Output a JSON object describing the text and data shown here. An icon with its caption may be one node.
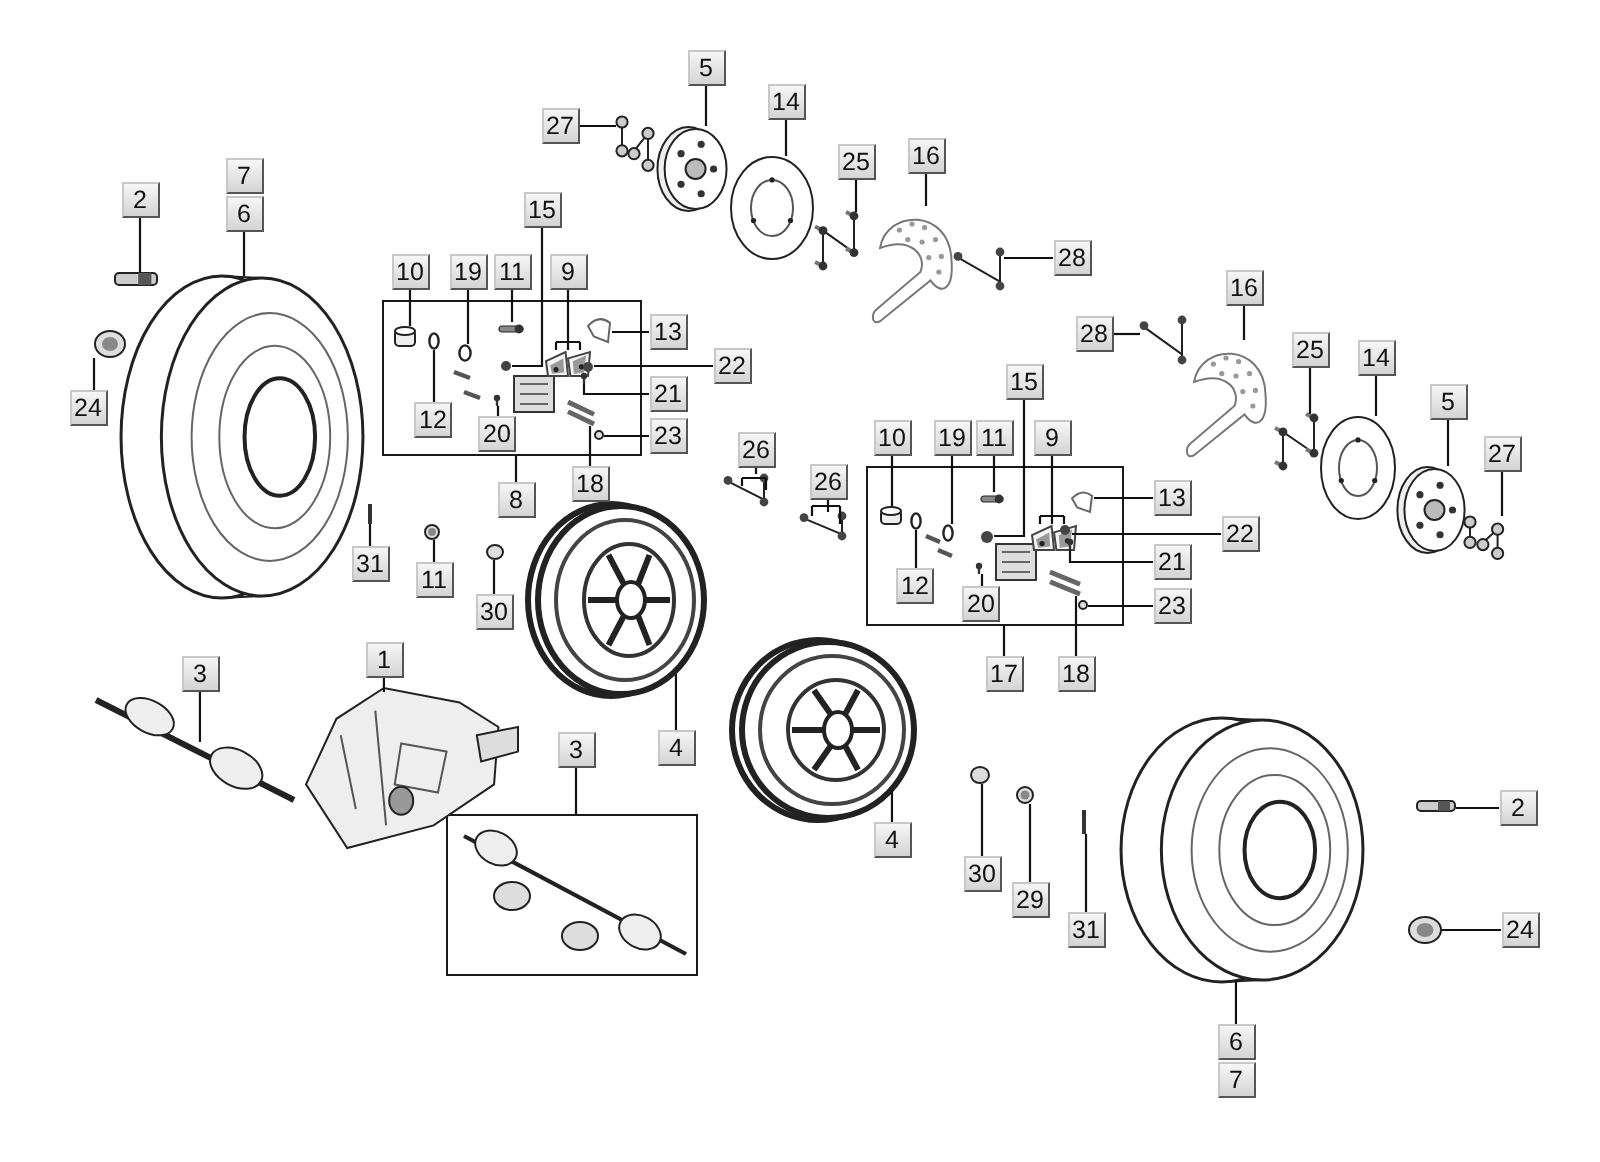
{
  "diagram": {
    "nodes": [
      {
        "text": [
          "5"
        ]
      },
      {
        "text": [
          "27"
        ]
      },
      {
        "text": [
          "14"
        ]
      },
      {
        "text": [
          "25"
        ]
      },
      {
        "text": [
          "16"
        ]
      },
      {
        "text": [
          "28"
        ]
      },
      {
        "text": [
          "7"
        ]
      },
      {
        "text": [
          "6"
        ]
      },
      {
        "text": [
          "2"
        ]
      },
      {
        "text": [
          "15"
        ]
      },
      {
        "text": [],
        "shape": "box"
      },
      {
        "text": [
          "10"
        ]
      },
      {
        "text": [
          "19"
        ]
      },
      {
        "text": [
          "11"
        ]
      },
      {
        "text": [
          "9"
        ]
      },
      {
        "text": [
          "13"
        ]
      },
      {
        "text": [
          "22"
        ]
      },
      {
        "text": [
          "21"
        ]
      },
      {
        "text": [
          "12"
        ],
        "in": 10
      },
      {
        "text": [
          "20"
        ],
        "in": 10
      },
      {
        "text": [
          "23"
        ]
      },
      {
        "text": [
          "24"
        ]
      },
      {
        "text": [
          "8"
        ]
      },
      {
        "text": [
          "18"
        ]
      },
      {
        "text": [
          "26"
        ]
      },
      {
        "text": [
          "26"
        ]
      },
      {
        "text": [
          "31"
        ]
      },
      {
        "text": [
          "11"
        ]
      },
      {
        "text": [
          "30"
        ]
      },
      {
        "text": [
          "28"
        ]
      },
      {
        "text": [
          "16"
        ]
      },
      {
        "text": [
          "25"
        ]
      },
      {
        "text": [
          "14"
        ]
      },
      {
        "text": [
          "5"
        ]
      },
      {
        "text": [
          "27"
        ]
      },
      {
        "text": [
          "15"
        ]
      },
      {
        "text": [],
        "shape": "box"
      },
      {
        "text": [
          "10"
        ]
      },
      {
        "text": [
          "19"
        ]
      },
      {
        "text": [
          "11"
        ]
      },
      {
        "text": [
          "9"
        ]
      },
      {
        "text": [
          "13"
        ]
      },
      {
        "text": [
          "22"
        ]
      },
      {
        "text": [
          "21"
        ]
      },
      {
        "text": [
          "12"
        ],
        "in": 36
      },
      {
        "text": [
          "20"
        ],
        "in": 36
      },
      {
        "text": [
          "23"
        ]
      },
      {
        "text": [
          "17"
        ]
      },
      {
        "text": [
          "18"
        ]
      },
      {
        "text": [
          "3"
        ]
      },
      {
        "text": [
          "1"
        ]
      },
      {
        "text": [
          "3"
        ]
      },
      {
        "text": [],
        "shape": "box"
      },
      {
        "text": [
          "4"
        ]
      },
      {
        "text": [
          "4"
        ]
      },
      {
        "text": [
          "30"
        ]
      },
      {
        "text": [
          "29"
        ]
      },
      {
        "text": [
          "31"
        ]
      },
      {
        "text": [
          "2"
        ]
      },
      {
        "text": [
          "24"
        ]
      },
      {
        "text": [
          "6"
        ]
      },
      {
        "text": [
          "7"
        ]
      },
      {
        "text": [],
        "shape": "picture"
      },
      {
        "text": [],
        "shape": "picture"
      },
      {
        "text": [],
        "shape": "picture"
      },
      {
        "text": [],
        "shape": "picture"
      },
      {
        "text": [],
        "shape": "picture"
      },
      {
        "text": [],
        "shape": "picture"
      },
      {
        "text": [],
        "shape": "picture"
      },
      {
        "text": [],
        "shape": "picture"
      },
      {
        "text": [],
        "shape": "picture"
      },
      {
        "text": [],
        "shape": "cylinder",
        "in": 10
      },
      {
        "text": [],
        "shape": "circle",
        "in": 10
      },
      {
        "text": [],
        "shape": "bar",
        "in": 10
      },
      {
        "text": [],
        "shape": "picture",
        "in": 10
      },
      {
        "text": [],
        "shape": "circle",
        "in": 10
      },
      {
        "text": [],
        "shape": "picture",
        "in": 10
      },
      {
        "text": [],
        "shape": "circle",
        "in": 10
      },
      {
        "text": [],
        "shape": "picture",
        "in": 10
      },
      {
        "text": [],
        "shape": "circle",
        "in": 10
      },
      {
        "text": [],
        "shape": "picture",
        "in": 10
      },
      {
        "text": [],
        "shape": "circle",
        "in": 10
      },
      {
        "text": [],
        "shape": "picture",
        "in": 10
      },
      {
        "text": [],
        "shape": "picture"
      },
      {
        "text": [],
        "shape": "picture"
      },
      {
        "text": [],
        "shape": "picture"
      },
      {
        "text": [],
        "shape": "picture"
      },
      {
        "text": [],
        "shape": "circle"
      },
      {
        "text": [],
        "shape": "picture"
      },
      {
        "text": [],
        "shape": "picture"
      },
      {
        "text": [],
        "shape": "picture"
      },
      {
        "text": [],
        "shape": "picture"
      },
      {
        "text": [],
        "shape": "picture"
      },
      {
        "text": [],
        "shape": "picture"
      },
      {
        "text": [],
        "shape": "picture"
      },
      {
        "text": [],
        "shape": "picture"
      },
      {
        "text": [],
        "shape": "picture"
      },
      {
        "text": [],
        "shape": "picture"
      },
      {
        "text": [],
        "shape": "cylinder",
        "in": 36
      },
      {
        "text": [],
        "shape": "circle",
        "in": 36
      },
      {
        "text": [],
        "shape": "bar",
        "in": 36
      },
      {
        "text": [],
        "shape": "picture",
        "in": 36
      },
      {
        "text": [],
        "shape": "circle",
        "in": 36
      },
      {
        "text": [],
        "shape": "picture",
        "in": 36
      },
      {
        "text": [],
        "shape": "circle",
        "in": 36
      },
      {
        "text": [],
        "shape": "picture",
        "in": 36
      },
      {
        "text": [],
        "shape": "circle",
        "in": 36
      },
      {
        "text": [],
        "shape": "picture",
        "in": 36
      },
      {
        "text": [],
        "shape": "circle",
        "in": 36
      },
      {
        "text": [],
        "shape": "picture",
        "in": 36
      },
      {
        "text": [],
        "shape": "circle"
      },
      {
        "text": [],
        "shape": "picture"
      },
      {
        "text": [],
        "shape": "picture"
      },
      {
        "text": [],
        "shape": "picture"
      },
      {
        "text": [],
        "shape": "picture"
      },
      {
        "text": [],
        "shape": "picture"
      }
    ],
    "edges": [
      {
        "from": 0,
        "to": 62,
        "arrow": "none"
      },
      {
        "from": 1,
        "to": 63,
        "arrow": "none"
      },
      {
        "from": 2,
        "to": 64,
        "arrow": "none"
      },
      {
        "from": 3,
        "to": 65,
        "arrow": "none"
      },
      {
        "from": 4,
        "to": 66,
        "arrow": "none"
      },
      {
        "from": 5,
        "to": 67,
        "arrow": "none"
      },
      {
        "from": 7,
        "to": 68,
        "arrow": "none"
      },
      {
        "from": 8,
        "to": 69,
        "arrow": "none"
      },
      {
        "from": 9,
        "to": 75,
        "arrow": "none"
      },
      {
        "from": 11,
        "to": 71,
        "arrow": "none"
      },
      {
        "from": 12,
        "to": 72,
        "arrow": "none"
      },
      {
        "from": 13,
        "to": 73,
        "arrow": "none"
      },
      {
        "from": 14,
        "to": 74,
        "arrow": "none"
      },
      {
        "from": 15,
        "to": 76,
        "arrow": "none"
      },
      {
        "from": 16,
        "to": 77,
        "arrow": "none"
      },
      {
        "from": 17,
        "to": 78,
        "arrow": "none"
      },
      {
        "from": 18,
        "to": 79,
        "arrow": "none"
      },
      {
        "from": 19,
        "to": 80,
        "arrow": "none"
      },
      {
        "from": 20,
        "to": 81,
        "arrow": "none"
      },
      {
        "from": 21,
        "to": 70,
        "arrow": "none"
      },
      {
        "from": 22,
        "to": 10,
        "arrow": "none"
      },
      {
        "from": 23,
        "to": 82,
        "arrow": "none"
      },
      {
        "from": 24,
        "to": 83,
        "arrow": "none"
      },
      {
        "from": 25,
        "to": 84,
        "arrow": "none"
      },
      {
        "from": 26,
        "to": 85,
        "arrow": "none"
      },
      {
        "from": 27,
        "to": 86,
        "arrow": "none"
      },
      {
        "from": 28,
        "to": 87,
        "arrow": "none"
      },
      {
        "from": 29,
        "to": 92,
        "arrow": "none"
      },
      {
        "from": 30,
        "to": 93,
        "arrow": "none"
      },
      {
        "from": 31,
        "to": 94,
        "arrow": "none"
      },
      {
        "from": 32,
        "to": 95,
        "arrow": "none"
      },
      {
        "from": 33,
        "to": 96,
        "arrow": "none"
      },
      {
        "from": 34,
        "to": 97,
        "arrow": "none"
      },
      {
        "from": 35,
        "to": 102,
        "arrow": "none"
      },
      {
        "from": 37,
        "to": 98,
        "arrow": "none"
      },
      {
        "from": 38,
        "to": 99,
        "arrow": "none"
      },
      {
        "from": 39,
        "to": 100,
        "arrow": "none"
      },
      {
        "from": 40,
        "to": 101,
        "arrow": "none"
      },
      {
        "from": 41,
        "to": 103,
        "arrow": "none"
      },
      {
        "from": 42,
        "to": 104,
        "arrow": "none"
      },
      {
        "from": 43,
        "to": 105,
        "arrow": "none"
      },
      {
        "from": 44,
        "to": 106,
        "arrow": "none"
      },
      {
        "from": 45,
        "to": 107,
        "arrow": "none"
      },
      {
        "from": 46,
        "to": 108,
        "arrow": "none"
      },
      {
        "from": 47,
        "to": 36,
        "arrow": "none"
      },
      {
        "from": 48,
        "to": 109,
        "arrow": "none"
      },
      {
        "from": 49,
        "to": 89,
        "arrow": "none"
      },
      {
        "from": 50,
        "to": 90,
        "arrow": "none"
      },
      {
        "from": 51,
        "to": 52,
        "arrow": "none"
      },
      {
        "from": 53,
        "to": 88,
        "arrow": "none"
      },
      {
        "from": 54,
        "to": 91,
        "arrow": "none"
      },
      {
        "from": 55,
        "to": 110,
        "arrow": "none"
      },
      {
        "from": 56,
        "to": 111,
        "arrow": "none"
      },
      {
        "from": 57,
        "to": 112,
        "arrow": "none"
      },
      {
        "from": 58,
        "to": 114,
        "arrow": "none"
      },
      {
        "from": 59,
        "to": 115,
        "arrow": "none"
      },
      {
        "from": 60,
        "to": 113,
        "arrow": "none"
      }
    ]
  }
}
